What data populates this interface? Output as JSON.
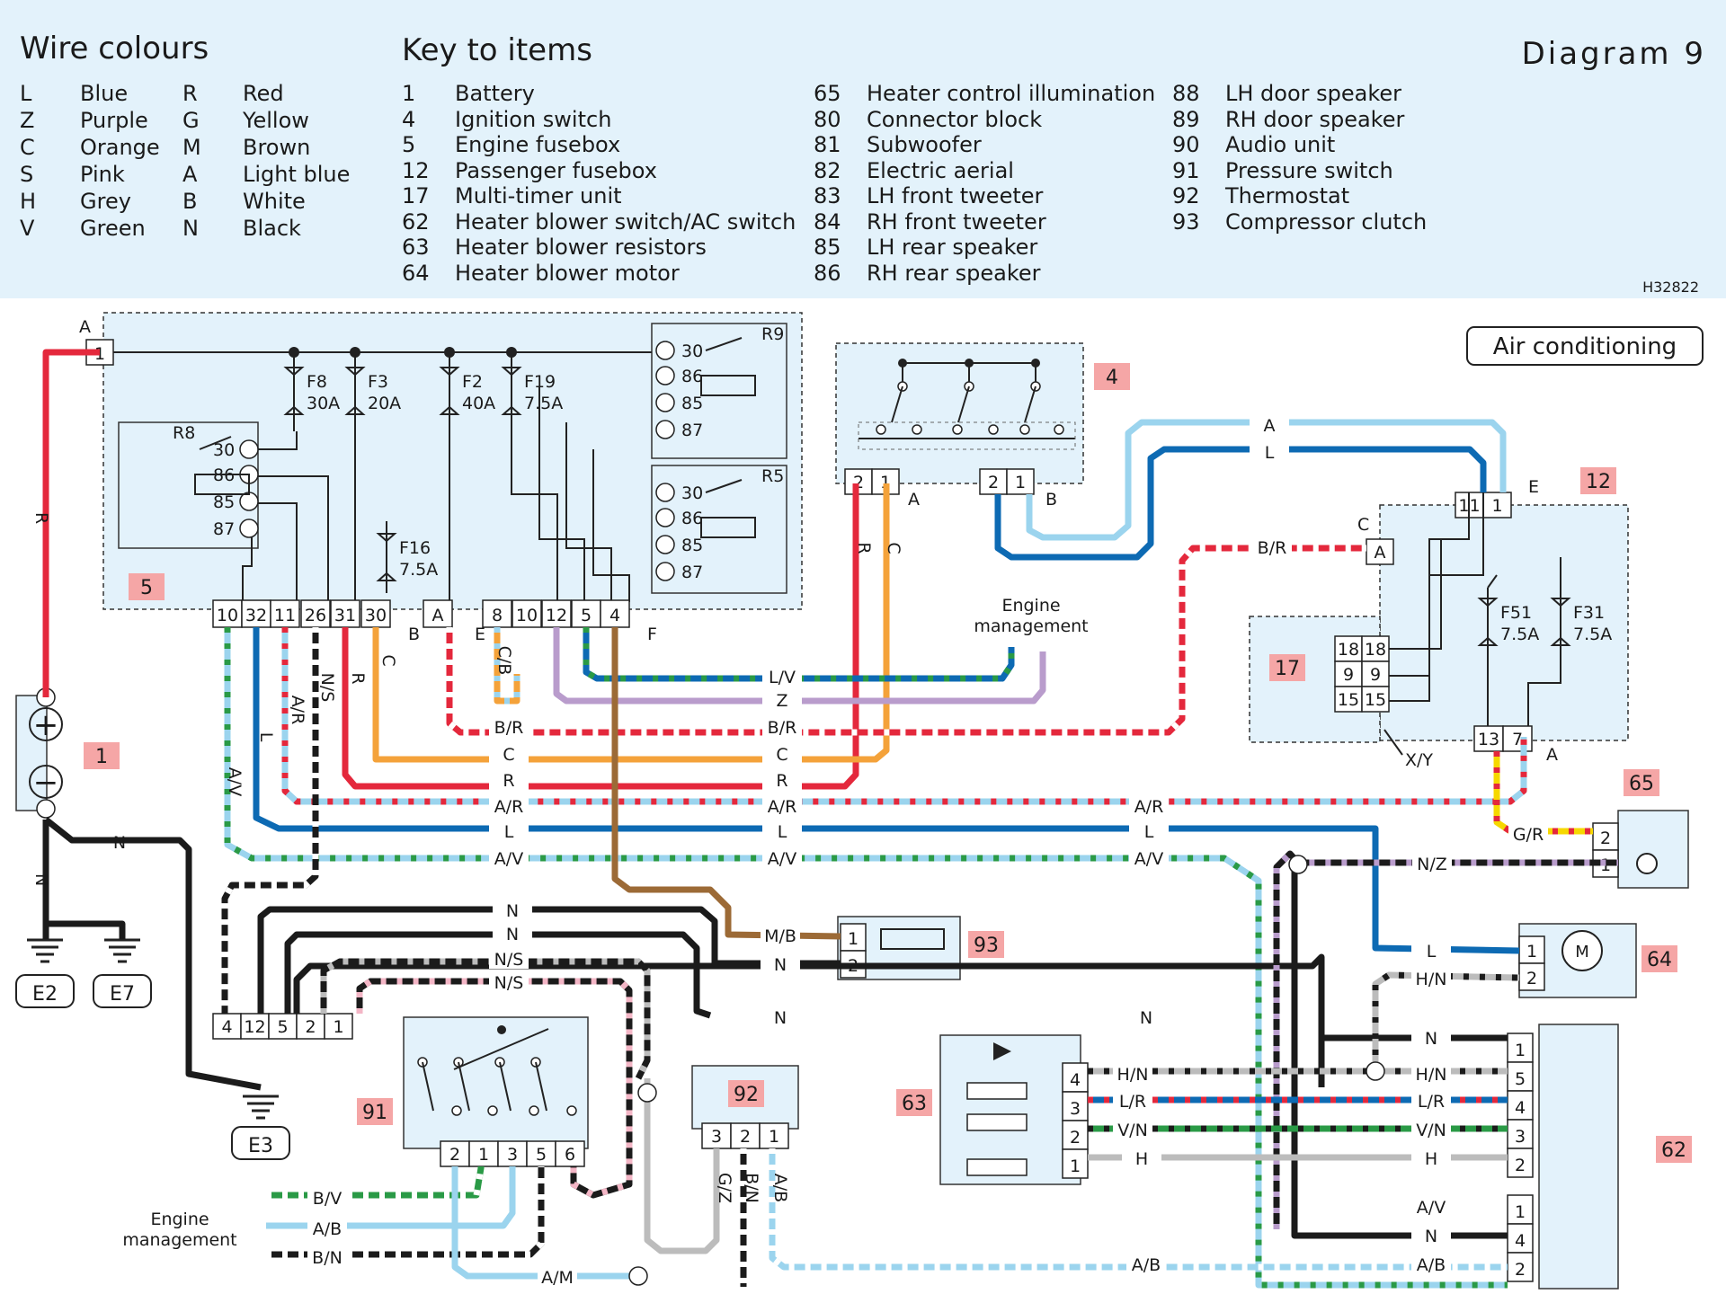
{
  "header": {
    "wire_colours_title": "Wire colours",
    "key_title": "Key to items",
    "diagram_title": "Diagram 9",
    "ref": "H32822"
  },
  "wire_colours": [
    {
      "code": "L",
      "name": "Blue"
    },
    {
      "code": "Z",
      "name": "Purple"
    },
    {
      "code": "C",
      "name": "Orange"
    },
    {
      "code": "S",
      "name": "Pink"
    },
    {
      "code": "H",
      "name": "Grey"
    },
    {
      "code": "V",
      "name": "Green"
    },
    {
      "code": "R",
      "name": "Red"
    },
    {
      "code": "G",
      "name": "Yellow"
    },
    {
      "code": "M",
      "name": "Brown"
    },
    {
      "code": "A",
      "name": "Light blue"
    },
    {
      "code": "B",
      "name": "White"
    },
    {
      "code": "N",
      "name": "Black"
    }
  ],
  "key_items": [
    {
      "num": "1",
      "name": "Battery"
    },
    {
      "num": "4",
      "name": "Ignition switch"
    },
    {
      "num": "5",
      "name": "Engine fusebox"
    },
    {
      "num": "12",
      "name": "Passenger fusebox"
    },
    {
      "num": "17",
      "name": "Multi-timer unit"
    },
    {
      "num": "62",
      "name": "Heater blower switch/AC switch"
    },
    {
      "num": "63",
      "name": "Heater blower resistors"
    },
    {
      "num": "64",
      "name": "Heater blower motor"
    },
    {
      "num": "65",
      "name": "Heater control illumination"
    },
    {
      "num": "80",
      "name": "Connector block"
    },
    {
      "num": "81",
      "name": "Subwoofer"
    },
    {
      "num": "82",
      "name": "Electric aerial"
    },
    {
      "num": "83",
      "name": "LH front tweeter"
    },
    {
      "num": "84",
      "name": "RH front tweeter"
    },
    {
      "num": "85",
      "name": "LH rear speaker"
    },
    {
      "num": "86",
      "name": "RH rear speaker"
    },
    {
      "num": "88",
      "name": "LH door speaker"
    },
    {
      "num": "89",
      "name": "RH door speaker"
    },
    {
      "num": "90",
      "name": "Audio unit"
    },
    {
      "num": "91",
      "name": "Pressure switch"
    },
    {
      "num": "92",
      "name": "Thermostat"
    },
    {
      "num": "93",
      "name": "Compressor clutch"
    }
  ],
  "diagram": {
    "section_title": "Air conditioning",
    "engine_management": [
      "Engine",
      "management"
    ],
    "component_labels": [
      "5",
      "4",
      "12",
      "17",
      "1",
      "65",
      "93",
      "64",
      "63",
      "91",
      "92",
      "62"
    ],
    "fuses": [
      {
        "name": "F8",
        "rating": "30A"
      },
      {
        "name": "F3",
        "rating": "20A"
      },
      {
        "name": "F2",
        "rating": "40A"
      },
      {
        "name": "F19",
        "rating": "7.5A"
      },
      {
        "name": "F16",
        "rating": "7.5A"
      },
      {
        "name": "F51",
        "rating": "7.5A"
      },
      {
        "name": "F31",
        "rating": "7.5A"
      }
    ],
    "relays": [
      {
        "name": "R9",
        "pins": [
          "30",
          "86",
          "85",
          "87"
        ]
      },
      {
        "name": "R5",
        "pins": [
          "30",
          "86",
          "85",
          "87"
        ]
      },
      {
        "name": "R8",
        "pins": [
          "30",
          "86",
          "85",
          "87"
        ]
      }
    ],
    "fusebox5_connector_pins": [
      "10",
      "32",
      "11",
      "26",
      "31",
      "30",
      "A",
      "8",
      "10",
      "12",
      "5",
      "4"
    ],
    "fusebox5_connector_letters": [
      "B",
      "E",
      "F"
    ],
    "earth_points": [
      "E2",
      "E7",
      "E3"
    ],
    "earth_connector_pins": [
      "4",
      "12",
      "5",
      "2",
      "1"
    ],
    "pressure_switch_pins": [
      "2",
      "1",
      "3",
      "5",
      "6"
    ],
    "thermostat_pins": [
      "3",
      "2",
      "1"
    ],
    "blower_switch_pins": [
      "1",
      "5",
      "4",
      "3",
      "2",
      "1",
      "4",
      "2"
    ],
    "resistor_pins": [
      "4",
      "3",
      "2",
      "1"
    ],
    "wire_codes": [
      "R",
      "N",
      "C",
      "L/V",
      "Z",
      "B/R",
      "A/R",
      "L",
      "A/V",
      "M/B",
      "N/S",
      "C/B",
      "N/Z",
      "G/R",
      "H/N",
      "L/R",
      "V/N",
      "H",
      "A/B",
      "B/V",
      "B/N",
      "A/M",
      "G/Z",
      "X/Y"
    ],
    "colors": {
      "red": "#e4283c",
      "blue": "#0d6ab3",
      "lightblue": "#9bd4ee",
      "orange": "#f4a23a",
      "purple": "#b99ccc",
      "brown": "#9c6a36",
      "black": "#1b1b1b",
      "green": "#2a9a46",
      "grey": "#bcbcbc",
      "yellow": "#f6d800",
      "box": "#e3f2fb",
      "label": "#f5a6a6"
    }
  }
}
